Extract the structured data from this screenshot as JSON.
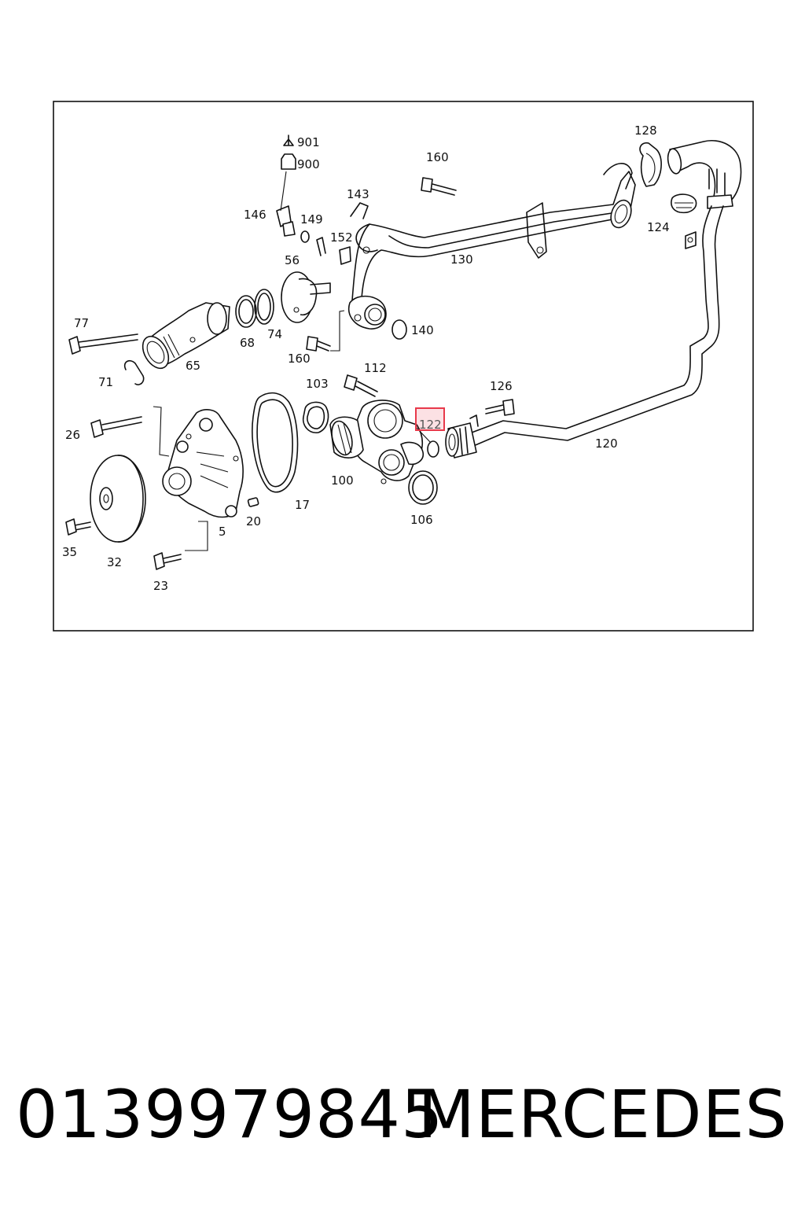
{
  "diagram": {
    "callouts": [
      "901",
      "900",
      "146",
      "149",
      "143",
      "152",
      "160",
      "128",
      "124",
      "130",
      "56",
      "77",
      "68",
      "74",
      "65",
      "140",
      "71",
      "160",
      "103",
      "112",
      "126",
      "26",
      "122",
      "120",
      "100",
      "106",
      "17",
      "20",
      "5",
      "35",
      "32",
      "23"
    ],
    "highlighted_part": "122",
    "highlight_color": "#e8394a"
  },
  "caption": {
    "part_number": "0139979845",
    "brand": "MERCEDES"
  }
}
